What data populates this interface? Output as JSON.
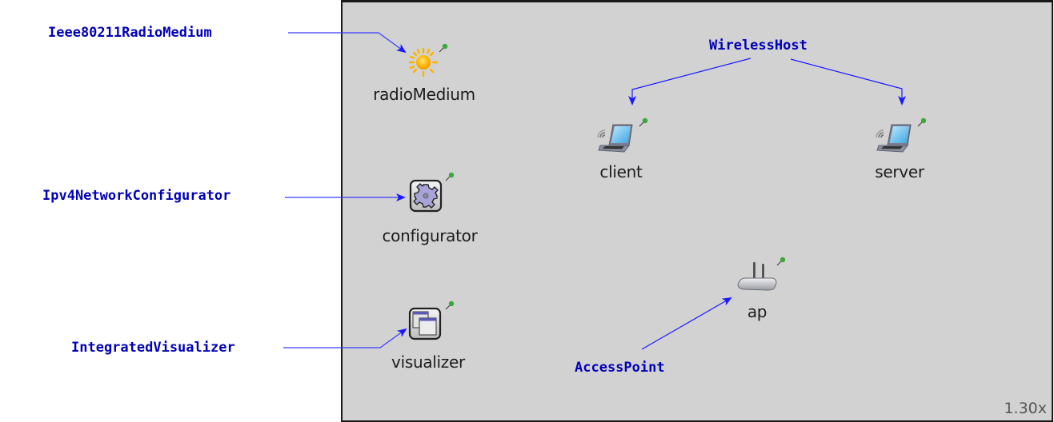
{
  "annotations": {
    "radio_medium_type": "Ieee80211RadioMedium",
    "configurator_type": "Ipv4NetworkConfigurator",
    "visualizer_type": "IntegratedVisualizer",
    "wireless_host_type": "WirelessHost",
    "access_point_type": "AccessPoint"
  },
  "nodes": {
    "radio_medium": {
      "label": "radioMedium",
      "icon": "sun-icon"
    },
    "configurator": {
      "label": "configurator",
      "icon": "gear-icon"
    },
    "visualizer": {
      "label": "visualizer",
      "icon": "windows-icon"
    },
    "client": {
      "label": "client",
      "icon": "wireless-laptop-icon"
    },
    "server": {
      "label": "server",
      "icon": "wireless-laptop-icon"
    },
    "ap": {
      "label": "ap",
      "icon": "access-point-icon"
    }
  },
  "canvas": {
    "zoom_level": "1.30x"
  },
  "colors": {
    "annotation": "#0000b8",
    "arrow": "#1a1aff",
    "canvas_bg": "#d2d2d2",
    "pin": "#3aa83a"
  }
}
